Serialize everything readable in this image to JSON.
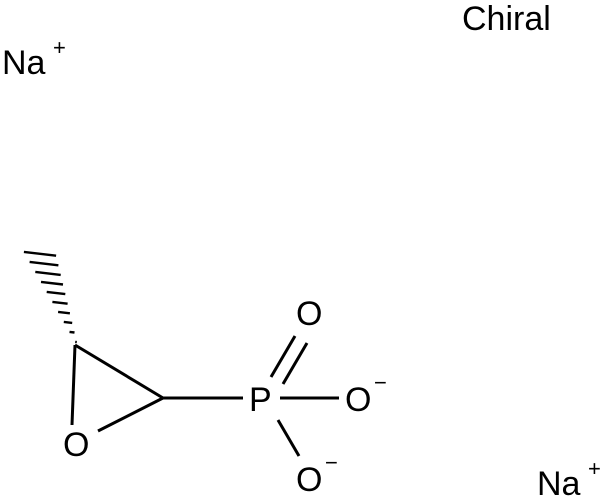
{
  "chirality_label": "Chiral",
  "counterion_1": {
    "symbol": "Na",
    "charge": "+"
  },
  "counterion_2": {
    "symbol": "Na",
    "charge": "+"
  },
  "atoms": {
    "ring_oxygen": "O",
    "phosphorus": "P",
    "double_bond_oxygen": "O",
    "anionic_oxygen_1": {
      "symbol": "O",
      "charge": "−"
    },
    "anionic_oxygen_2": {
      "symbol": "O",
      "charge": "−"
    }
  }
}
